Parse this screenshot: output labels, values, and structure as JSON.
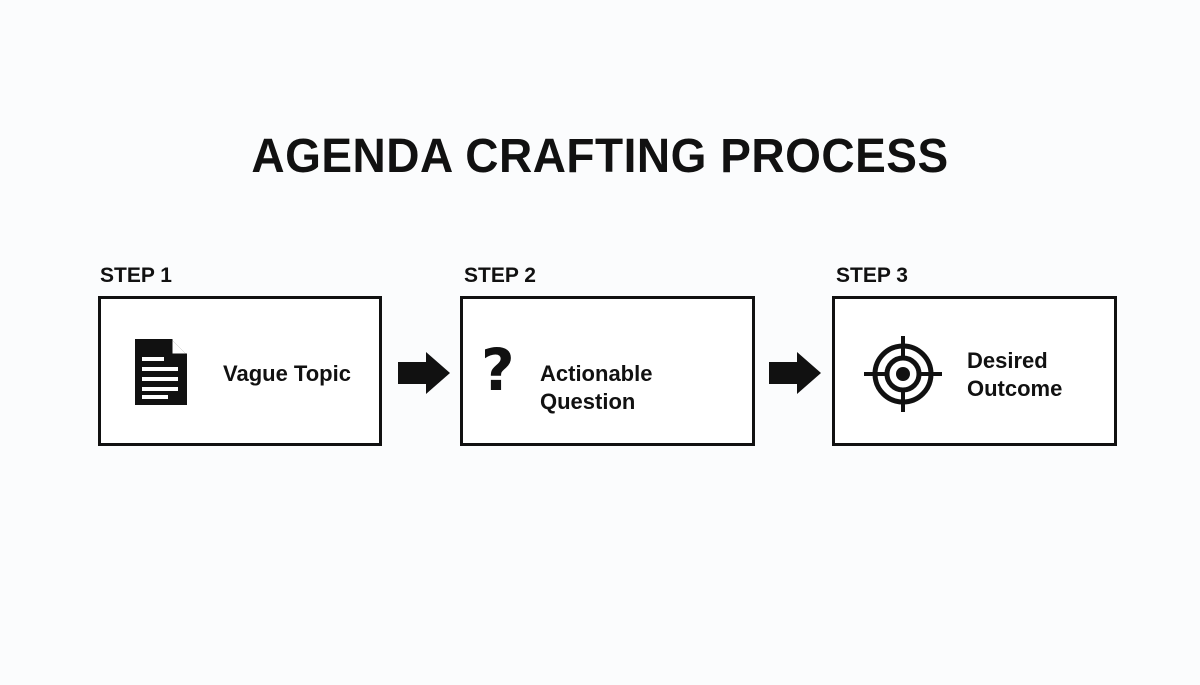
{
  "title": "AGENDA CRAFTING PROCESS",
  "steps": [
    {
      "label": "STEP 1",
      "text": "Vague Topic",
      "icon": "document-icon"
    },
    {
      "label": "STEP 2",
      "text": "Actionable Question",
      "icon": "question-mark-icon",
      "glyph": "?"
    },
    {
      "label": "STEP 3",
      "text_line1": "Desired",
      "text_line2": "Outcome",
      "icon": "target-icon"
    }
  ],
  "colors": {
    "ink": "#111111",
    "background": "#fbfcfd"
  }
}
